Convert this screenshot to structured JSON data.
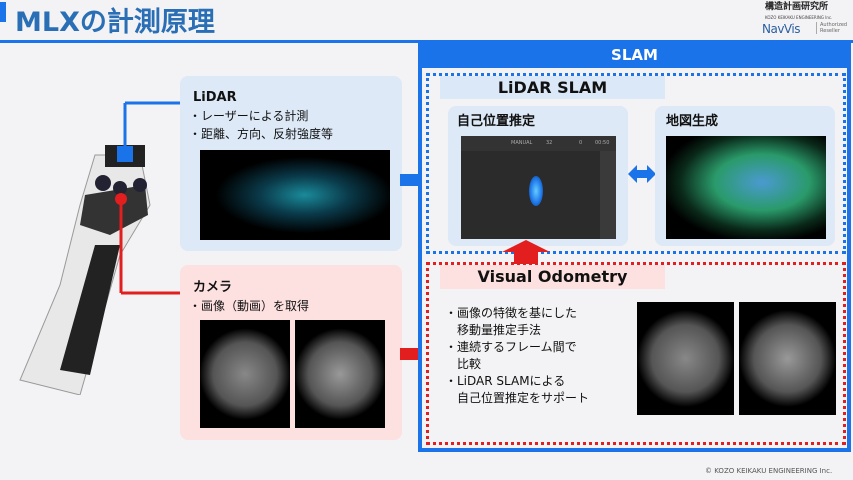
{
  "title": "MLXの計測原理",
  "logo": {
    "company": "構造計画研究所",
    "company_en": "KOZO KEIKAKU ENGINEERING Inc.",
    "brand": "NavVis",
    "reseller": "Authorized Reseller"
  },
  "lidar": {
    "title": "LiDAR",
    "bullets": [
      "・レーザーによる計測",
      "・距離、方向、反射強度等"
    ]
  },
  "camera": {
    "title": "カメラ",
    "bullets": [
      "・画像（動画）を取得"
    ]
  },
  "slam": {
    "title": "SLAM",
    "lidar_slam": "LiDAR SLAM",
    "localization": "自己位置推定",
    "mapping": "地図生成",
    "screen": {
      "mode": "MANUAL",
      "count": "32",
      "points": "0",
      "time": "00:50"
    }
  },
  "vo": {
    "title": "Visual Odometry",
    "bullets": [
      "・画像の特徴を基にした",
      "　移動量推定手法",
      "・連続するフレーム間で",
      "　比較",
      "・LiDAR SLAMによる",
      "　自己位置推定をサポート"
    ]
  },
  "copyright": "© KOZO KEIKAKU ENGINEERING Inc.",
  "colors": {
    "blue": "#1a73e8",
    "red": "#e21e1e"
  }
}
